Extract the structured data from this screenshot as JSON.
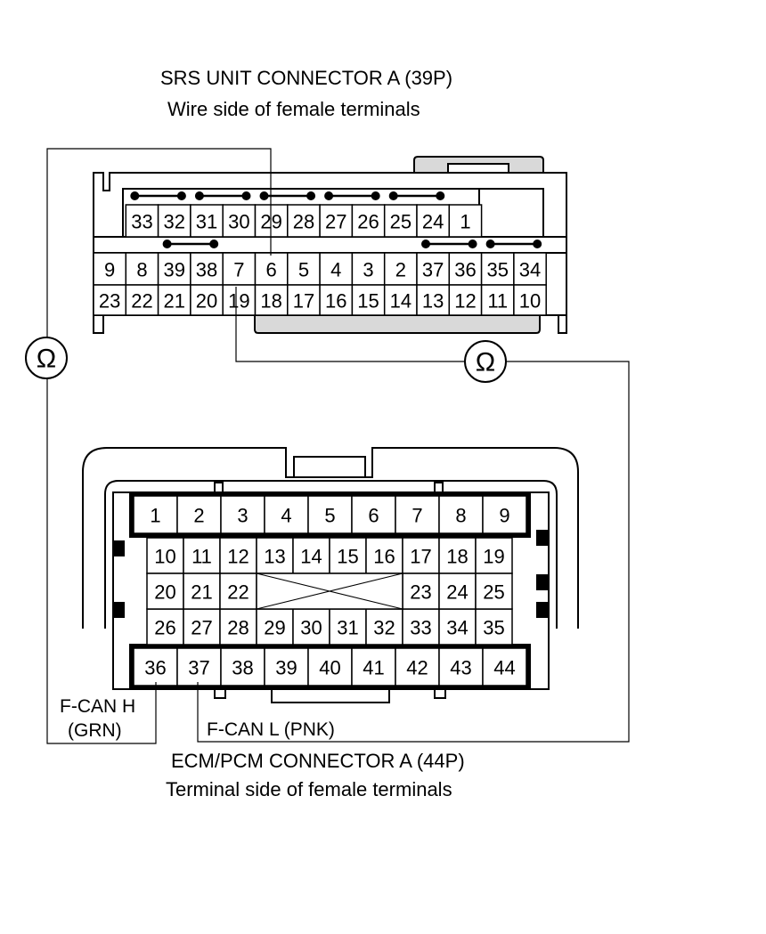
{
  "srs": {
    "title": "SRS UNIT CONNECTOR A (39P)",
    "subtitle": "Wire side of female terminals",
    "row1": [
      "33",
      "32",
      "31",
      "30",
      "29",
      "28",
      "27",
      "26",
      "25",
      "24",
      "1"
    ],
    "row2": [
      "9",
      "8",
      "39",
      "38",
      "7",
      "6",
      "5",
      "4",
      "3",
      "2",
      "37",
      "36",
      "35",
      "34"
    ],
    "row3": [
      "23",
      "22",
      "21",
      "20",
      "19",
      "18",
      "17",
      "16",
      "15",
      "14",
      "13",
      "12",
      "11",
      "10"
    ]
  },
  "ecm": {
    "title": "ECM/PCM CONNECTOR A (44P)",
    "subtitle": "Terminal side of female terminals",
    "row1": [
      "1",
      "2",
      "3",
      "4",
      "5",
      "6",
      "7",
      "8",
      "9"
    ],
    "row2": [
      "10",
      "11",
      "12",
      "13",
      "14",
      "15",
      "16",
      "17",
      "18",
      "19"
    ],
    "row3a": [
      "20",
      "21",
      "22"
    ],
    "row3b": [
      "23",
      "24",
      "25"
    ],
    "row4": [
      "26",
      "27",
      "28",
      "29",
      "30",
      "31",
      "32",
      "33",
      "34",
      "35"
    ],
    "row5": [
      "36",
      "37",
      "38",
      "39",
      "40",
      "41",
      "42",
      "43",
      "44"
    ]
  },
  "probes": {
    "symbol": "Ω",
    "left_label_line1": "F-CAN H",
    "left_label_line2": "(GRN)",
    "right_label": "F-CAN L (PNK)"
  }
}
